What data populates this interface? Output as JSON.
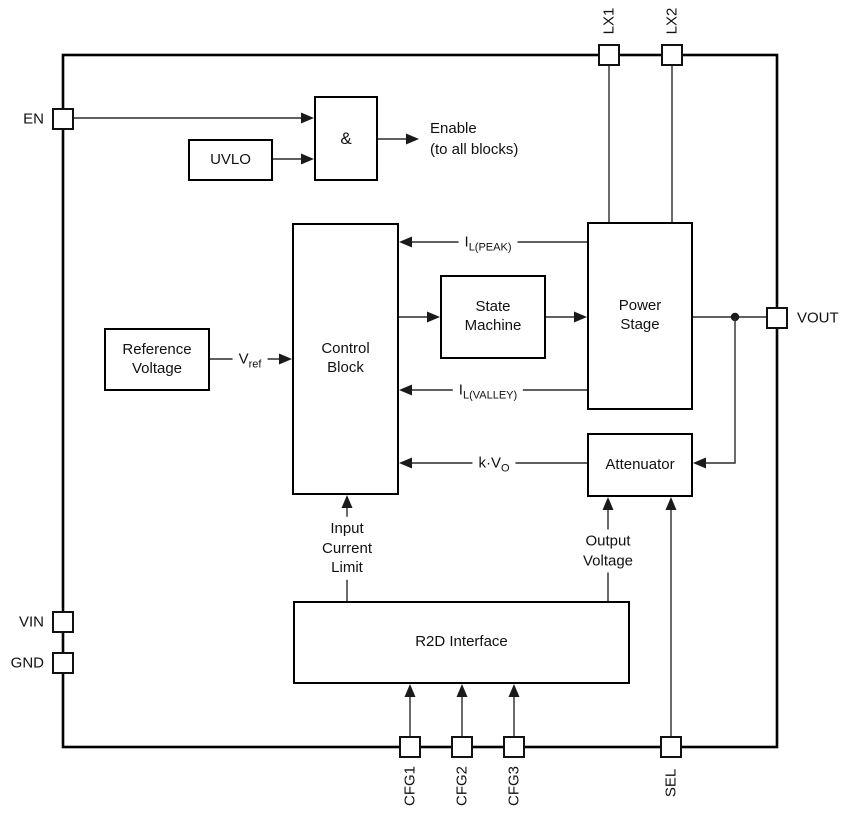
{
  "pins": {
    "en": "EN",
    "vin": "VIN",
    "gnd": "GND",
    "lx1": "LX1",
    "lx2": "LX2",
    "vout": "VOUT",
    "cfg1": "CFG1",
    "cfg2": "CFG2",
    "cfg3": "CFG3",
    "sel": "SEL"
  },
  "blocks": {
    "uvlo": "UVLO",
    "and_gate": "&",
    "reference_voltage": "Reference Voltage",
    "control_block": "Control Block",
    "state_machine": "State Machine",
    "power_stage": "Power Stage",
    "attenuator": "Attenuator",
    "r2d_interface": "R2D Interface"
  },
  "signals": {
    "enable_line1": "Enable",
    "enable_line2": "(to all blocks)",
    "il_peak_base": "I",
    "il_peak_sub": "L(PEAK)",
    "il_valley_base": "I",
    "il_valley_sub": "L(VALLEY)",
    "kvo_base": "k·V",
    "kvo_sub": "O",
    "vref_base": "V",
    "vref_sub": "ref",
    "input_current_limit": "Input Current Limit",
    "output_voltage": "Output Voltage"
  },
  "colors": {
    "line": "#1a1a1a",
    "background": "#ffffff"
  }
}
